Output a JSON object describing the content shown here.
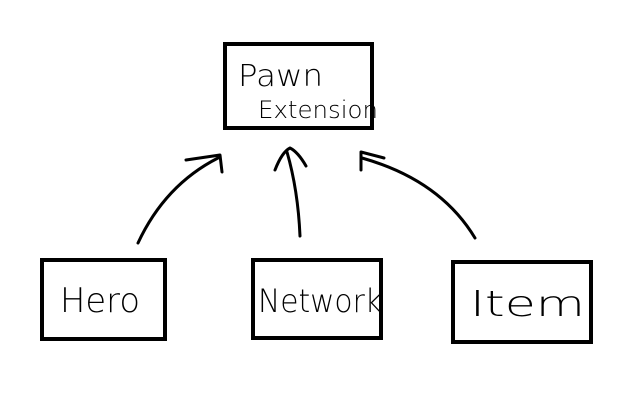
{
  "diagram": {
    "parent": {
      "label_line1": "Pawn",
      "label_line2": "Extension"
    },
    "children": [
      {
        "label": "Hero"
      },
      {
        "label": "Network"
      },
      {
        "label": "Item"
      }
    ],
    "stroke_color": "#000000",
    "background_color": "#ffffff"
  }
}
